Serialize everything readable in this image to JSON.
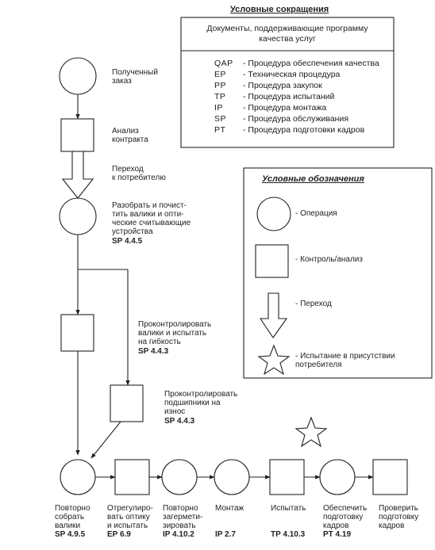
{
  "abbrev": {
    "title": "Условные сокращения",
    "subtitle": "Документы, поддерживающие программу\nкачества услуг",
    "items": [
      {
        "code": "QAP",
        "desc": "- Процедура обеспечения качества"
      },
      {
        "code": "EP",
        "desc": "- Техническая процедура"
      },
      {
        "code": "PP",
        "desc": "- Процедура закупок"
      },
      {
        "code": "TP",
        "desc": "- Процедура испытаний"
      },
      {
        "code": "IP",
        "desc": "- Процедура монтажа"
      },
      {
        "code": "SP",
        "desc": "- Процедура обслуживания"
      },
      {
        "code": "PT",
        "desc": "- Процедура подготовки кадров"
      }
    ]
  },
  "legend": {
    "title": "Условные обозначения",
    "items": [
      {
        "symbol": "circle-icon",
        "label": "- Операция"
      },
      {
        "symbol": "square-icon",
        "label": "- Контроль/анализ"
      },
      {
        "symbol": "arrow-icon",
        "label": "- Переход"
      },
      {
        "symbol": "star-icon",
        "label": "- Испытание в присутствии\nпотребителя"
      }
    ]
  },
  "flow": {
    "received_order": "Полученный\nзаказ",
    "contract_analysis": "Анализ\nконтракта",
    "transfer_label": "Переход\nк потребителю",
    "disassemble": {
      "text": "Разобрать и почист-\nтить валики и опти-\nческие считывающие\nустройства",
      "ref": "SP 4.4.5"
    },
    "check_rollers": {
      "text": "Проконтролировать\nвалики и испытать\nна гибкость",
      "ref": "SP 4.4.3"
    },
    "check_bearings": {
      "text": "Проконтролировать\nподшипники на\nизнос",
      "ref": "SP 4.4.3"
    },
    "bottom_steps": [
      {
        "text": "Повторно\nсобрать\nвалики",
        "ref": "SP 4.9.5"
      },
      {
        "text": "Отрегулиро-\nвать оптику\nи испытать",
        "ref": "EP 6.9"
      },
      {
        "text": "Повторно\nзагермети-\nзировать",
        "ref": "IP 4.10.2"
      },
      {
        "text": "Монтаж",
        "ref": "IP 2.7"
      },
      {
        "text": "Испытать",
        "ref": "TP 4.10.3"
      },
      {
        "text": "Обеспечить\nподготовку\nкадров",
        "ref": "PT 4.19"
      },
      {
        "text": "Проверить\nподготовку\nкадров",
        "ref": ""
      }
    ]
  }
}
